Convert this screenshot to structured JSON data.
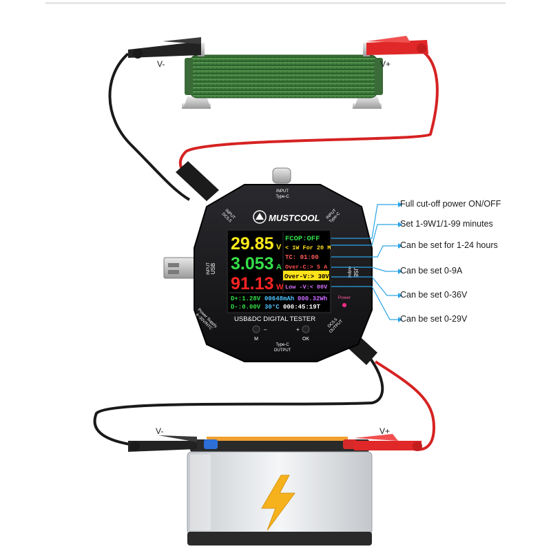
{
  "diagram": {
    "terminals": {
      "resistor_neg": "V-",
      "resistor_pos": "V+",
      "battery_neg": "V-",
      "battery_pos": "V+"
    },
    "device": {
      "brand": "MUSTCOOL",
      "model": "USB&DC DIGITAL TESTER",
      "ports": {
        "typec_in": [
          "INPUT",
          "Type-C"
        ],
        "dc_in": [
          "INPUT",
          "DC5.5"
        ],
        "typec_in_right": [
          "INPUT",
          "Type-C"
        ],
        "usb_in": [
          "INPUT",
          "USB"
        ],
        "usb_out": [
          "USB",
          "output"
        ],
        "power_label": "Power",
        "power_supply": [
          "Power Supply",
          "4~30V/NTC"
        ],
        "dc_out": [
          "DC5.5",
          "OUTPUT"
        ],
        "typec_out": [
          "Type-C",
          "OUTPUT"
        ],
        "button_m": "M",
        "button_ok": "OK",
        "minus": "–",
        "plus": "+"
      },
      "screen": {
        "voltage": "29.85",
        "voltage_unit": "V",
        "current": "3.053",
        "current_unit": "A",
        "power": "91.13",
        "power_unit": "W",
        "fcop": "FCOP:OFF",
        "timer_row": "< 1W For 20 M",
        "tc": "TC:      01:00",
        "over_c": "Over-C:> 5 A",
        "over_v": "Over-V:> 30V",
        "low_v": "Low -V:< 00V",
        "dplus": "D+:1.28V",
        "capacity": "00648mAh",
        "energy": "000.32Wh",
        "dminus": "D-:0.00V",
        "temp": "30°C",
        "time": "000:45:19T"
      }
    },
    "callouts": [
      "Full cut-off power ON/OFF",
      "Set 1-9W1/1-99 minutes",
      "Can be set for 1-24 hours",
      "Can be set 0-9A",
      "Can be set 0-36V",
      "Can be set 0-29V"
    ],
    "colors": {
      "wire_black": "#1a1a1a",
      "wire_red": "#d62222",
      "callout_line": "#2aa3e6",
      "resistor": "#3f7f3c",
      "clip_red": "#e02828",
      "clip_black": "#222222",
      "lightning": "#f5b21d"
    }
  }
}
